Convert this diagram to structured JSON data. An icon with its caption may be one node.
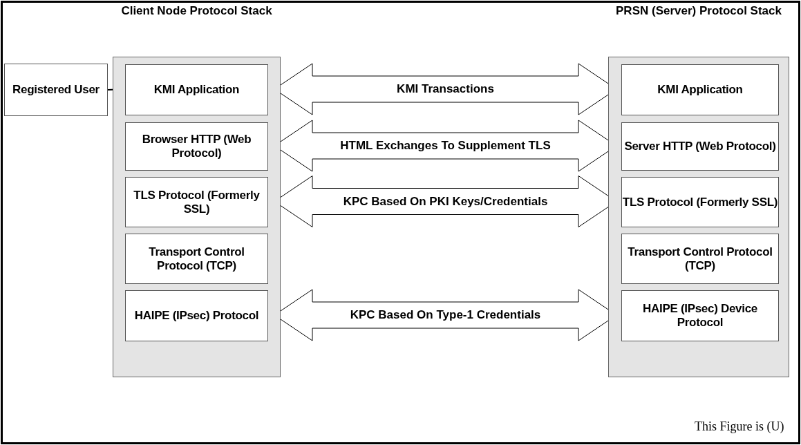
{
  "diagram": {
    "nodes": [
      {
        "text": [
          "Registered User"
        ]
      },
      {
        "text": [
          "Client Node Protocol Stack"
        ]
      },
      {
        "text": [
          "KMI Application"
        ],
        "in": 1
      },
      {
        "text": [
          "Browser HTTP (Web Protocol)"
        ],
        "in": 1
      },
      {
        "text": [
          "TLS Protocol (Formerly SSL)"
        ],
        "in": 1
      },
      {
        "text": [
          "Transport Control Protocol (TCP)"
        ],
        "in": 1
      },
      {
        "text": [
          "HAIPE (IPsec) Protocol"
        ],
        "in": 1
      },
      {
        "text": [
          "PRSN (Server) Protocol Stack"
        ]
      },
      {
        "text": [
          "KMI Application"
        ],
        "in": 7
      },
      {
        "text": [
          "Server HTTP (Web Protocol)"
        ],
        "in": 7
      },
      {
        "text": [
          "TLS Protocol (Formerly SSL)"
        ],
        "in": 7
      },
      {
        "text": [
          "Transport Control Protocol (TCP)"
        ],
        "in": 7
      },
      {
        "text": [
          "HAIPE (IPsec) Device Protocol"
        ],
        "in": 7
      }
    ],
    "edges": [
      {
        "from": 0,
        "to": 2,
        "arrow": "none"
      },
      {
        "from": 2,
        "to": 8,
        "arrow": "both",
        "label": "KMI Transactions",
        "style": "thick"
      },
      {
        "from": 3,
        "to": 9,
        "arrow": "both",
        "label": "HTML Exchanges To Supplement TLS",
        "style": "thick"
      },
      {
        "from": 4,
        "to": 10,
        "arrow": "both",
        "label": "KPC Based On PKI Keys/Credentials",
        "style": "thick"
      },
      {
        "from": 6,
        "to": 12,
        "arrow": "both",
        "label": "KPC Based On Type-1 Credentials",
        "style": "thick"
      }
    ],
    "labels": [
      "This Figure is (U)"
    ]
  }
}
